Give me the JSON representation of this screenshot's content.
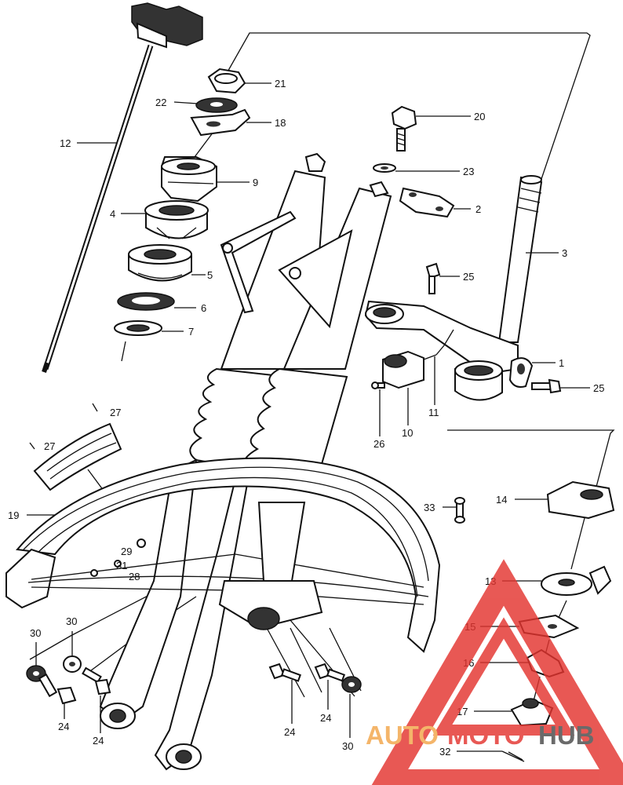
{
  "callouts": [
    {
      "id": "c21",
      "label": "21"
    },
    {
      "id": "c22",
      "label": "22"
    },
    {
      "id": "c18",
      "label": "18"
    },
    {
      "id": "c12",
      "label": "12"
    },
    {
      "id": "c9",
      "label": "9"
    },
    {
      "id": "c4",
      "label": "4"
    },
    {
      "id": "c5",
      "label": "5"
    },
    {
      "id": "c6",
      "label": "6"
    },
    {
      "id": "c7",
      "label": "7"
    },
    {
      "id": "c20",
      "label": "20"
    },
    {
      "id": "c23",
      "label": "23"
    },
    {
      "id": "c2",
      "label": "2"
    },
    {
      "id": "c3",
      "label": "3"
    },
    {
      "id": "c25a",
      "label": "25"
    },
    {
      "id": "c1",
      "label": "1"
    },
    {
      "id": "c25b",
      "label": "25"
    },
    {
      "id": "c11",
      "label": "11"
    },
    {
      "id": "c10",
      "label": "10"
    },
    {
      "id": "c26",
      "label": "26"
    },
    {
      "id": "c27a",
      "label": "27"
    },
    {
      "id": "c27b",
      "label": "27"
    },
    {
      "id": "c19",
      "label": "19"
    },
    {
      "id": "c14",
      "label": "14"
    },
    {
      "id": "c33",
      "label": "33"
    },
    {
      "id": "c29",
      "label": "29"
    },
    {
      "id": "c31",
      "label": "31"
    },
    {
      "id": "c28",
      "label": "28"
    },
    {
      "id": "c13",
      "label": "13"
    },
    {
      "id": "c15",
      "label": "15"
    },
    {
      "id": "c16",
      "label": "16"
    },
    {
      "id": "c17",
      "label": "17"
    },
    {
      "id": "c30a",
      "label": "30"
    },
    {
      "id": "c30b",
      "label": "30"
    },
    {
      "id": "c24a",
      "label": "24"
    },
    {
      "id": "c24b",
      "label": "24"
    },
    {
      "id": "c24c",
      "label": "24"
    },
    {
      "id": "c24d",
      "label": "24"
    },
    {
      "id": "c30c",
      "label": "30"
    },
    {
      "id": "c32",
      "label": "32"
    }
  ],
  "watermark": {
    "part1": "AUTO",
    "part2": "MOTO",
    "part3": "HUB",
    "color_primary": "#e3342f",
    "color_secondary": "#f2a64a",
    "color_dark": "#4a4a4a"
  }
}
